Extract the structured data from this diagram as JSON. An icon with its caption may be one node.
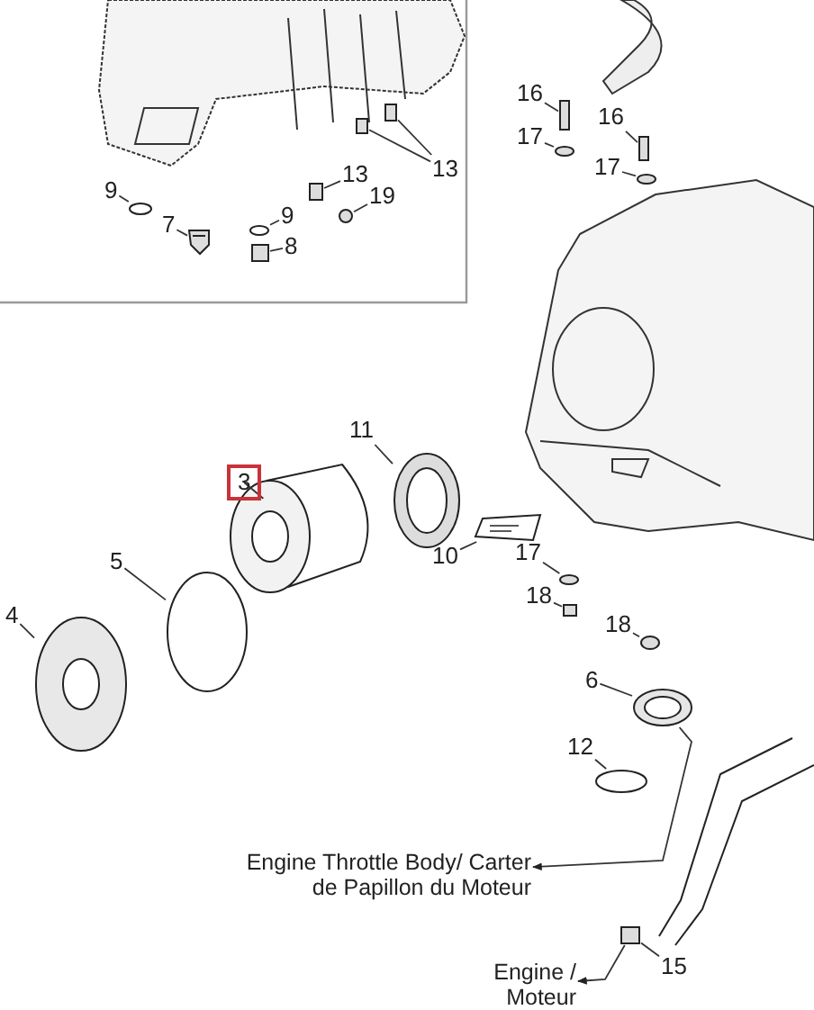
{
  "diagram": {
    "nodes": [
      {
        "text": [
          "13"
        ]
      },
      {
        "text": [
          "9"
        ]
      },
      {
        "text": [
          "13"
        ]
      },
      {
        "text": [
          "19"
        ]
      },
      {
        "text": [
          "7"
        ]
      },
      {
        "text": [
          "9"
        ]
      },
      {
        "text": [
          "8"
        ]
      },
      {
        "text": [
          "16"
        ]
      },
      {
        "text": [
          "17"
        ]
      },
      {
        "text": [
          "16"
        ]
      },
      {
        "text": [
          "17"
        ]
      },
      {
        "text": [
          "11"
        ]
      },
      {
        "text": [
          "3"
        ]
      },
      {
        "text": [
          "10"
        ]
      },
      {
        "text": [
          "5"
        ]
      },
      {
        "text": [
          "17"
        ]
      },
      {
        "text": [
          "4"
        ]
      },
      {
        "text": [
          "18"
        ]
      },
      {
        "text": [
          "18"
        ]
      },
      {
        "text": [
          "6"
        ]
      },
      {
        "text": [
          "12"
        ]
      },
      {
        "text": [
          "Engine Throttle Body/ Carter de Papillon du Moteur"
        ]
      },
      {
        "text": [
          "Engine / Moteur"
        ]
      },
      {
        "text": [
          "15"
        ]
      },
      {
        "text": [],
        "shape": "box"
      },
      {
        "text": [],
        "shape": "box"
      },
      {
        "text": [],
        "shape": "box"
      },
      {
        "text": [],
        "shape": "circle"
      },
      {
        "text": [],
        "shape": "box"
      },
      {
        "text": [],
        "shape": "circle"
      },
      {
        "text": [],
        "shape": "box"
      },
      {
        "text": [],
        "shape": "circle"
      },
      {
        "text": [],
        "shape": "circle"
      },
      {
        "text": [],
        "shape": "circle"
      },
      {
        "text": [],
        "shape": "picture"
      },
      {
        "text": [],
        "shape": "box"
      },
      {
        "text": [],
        "shape": "picture"
      },
      {
        "text": [],
        "shape": "picture"
      },
      {
        "text": [],
        "shape": "picture"
      },
      {
        "text": [],
        "shape": "circle"
      },
      {
        "text": [],
        "shape": "circle"
      },
      {
        "text": [],
        "shape": "box"
      },
      {
        "text": [],
        "shape": "picture"
      },
      {
        "text": [],
        "shape": "circle"
      },
      {
        "text": [],
        "shape": "picture"
      },
      {
        "text": [],
        "shape": "circle"
      },
      {
        "text": [],
        "shape": "box"
      }
    ],
    "edges": [
      {
        "from": 0,
        "to": 25,
        "arrow": "none"
      },
      {
        "from": 0,
        "to": 26,
        "arrow": "none"
      },
      {
        "from": 1,
        "to": 31,
        "arrow": "none"
      },
      {
        "from": 2,
        "to": 30,
        "arrow": "none"
      },
      {
        "from": 3,
        "to": 32,
        "arrow": "none"
      },
      {
        "from": 4,
        "to": 34,
        "arrow": "none"
      },
      {
        "from": 5,
        "to": 33,
        "arrow": "none"
      },
      {
        "from": 6,
        "to": 35,
        "arrow": "none"
      },
      {
        "from": 7,
        "to": 24,
        "arrow": "none"
      },
      {
        "from": 8,
        "to": 27,
        "arrow": "none"
      },
      {
        "from": 9,
        "to": 28,
        "arrow": "none"
      },
      {
        "from": 10,
        "to": 29,
        "arrow": "none"
      },
      {
        "from": 11,
        "to": 36,
        "arrow": "none"
      },
      {
        "from": 12,
        "to": 37,
        "arrow": "none"
      },
      {
        "from": 13,
        "to": 38,
        "arrow": "none"
      },
      {
        "from": 14,
        "to": 39,
        "arrow": "none"
      },
      {
        "from": 15,
        "to": 40,
        "arrow": "none"
      },
      {
        "from": 16,
        "to": 42,
        "arrow": "none"
      },
      {
        "from": 17,
        "to": 41,
        "arrow": "none"
      },
      {
        "from": 18,
        "to": 43,
        "arrow": "none"
      },
      {
        "from": 19,
        "to": 44,
        "arrow": "none"
      },
      {
        "from": 20,
        "to": 45,
        "arrow": "none"
      },
      {
        "from": 44,
        "to": 21,
        "arrow": "to"
      },
      {
        "from": 46,
        "to": 22,
        "arrow": "to"
      },
      {
        "from": 23,
        "to": 46,
        "arrow": "none"
      }
    ]
  }
}
